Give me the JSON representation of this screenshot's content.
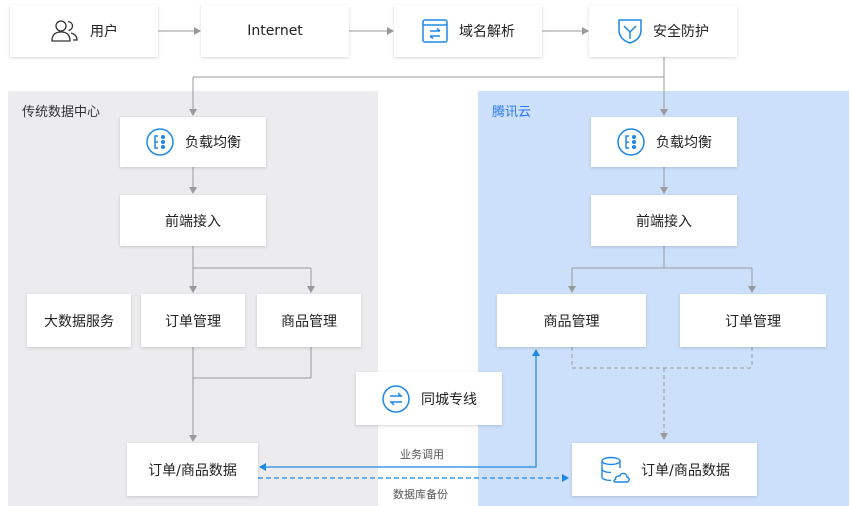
{
  "top_row": {
    "user": "用户",
    "internet": "Internet",
    "dns": "域名解析",
    "security": "安全防护"
  },
  "left_region": {
    "title": "传统数据中心",
    "load_balancer": "负载均衡",
    "frontend": "前端接入",
    "bigdata": "大数据服务",
    "order_mgmt": "订单管理",
    "product_mgmt": "商品管理",
    "database": "订单/商品数据"
  },
  "right_region": {
    "title": "腾讯云",
    "load_balancer": "负载均衡",
    "frontend": "前端接入",
    "product_mgmt": "商品管理",
    "order_mgmt": "订单管理",
    "database": "订单/商品数据"
  },
  "middle": {
    "dedicated_line": "同城专线",
    "business_call": "业务调用",
    "db_backup": "数据库备份"
  },
  "colors": {
    "accent": "#1e88e5",
    "connector": "#9a9a9a",
    "left_bg": "#ececee",
    "right_bg": "#cde0fb"
  }
}
